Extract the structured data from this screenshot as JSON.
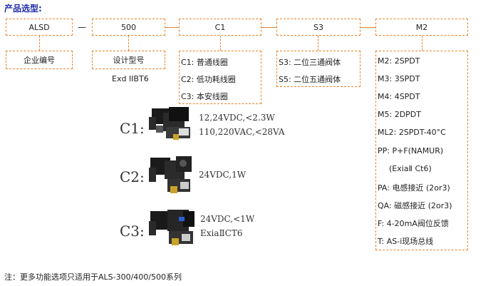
{
  "title": "产品选型:",
  "header_boxes": [
    "ALSD",
    "500",
    "C1",
    "S3",
    "M2"
  ],
  "dash": "—",
  "sub_labels": {
    "company": "企业编号",
    "design": "设计型号",
    "exd": "Exd IIBT6"
  },
  "coil_options": [
    "C1:  普通线圈",
    "C2:  低功耗线圈",
    "C3:  本安线圈"
  ],
  "valve_options": [
    "S3:  二位三通阀体",
    "S5:  二位五通阀体"
  ],
  "m_options": [
    "M2:  2SPDT",
    "M3:  3SPDT",
    "M4:  4SPDT",
    "M5:  2DPDT",
    "ML2:  2SPDT-40°C",
    "PP:  P+F(NAMUR)",
    "(ExiaⅡ Ct6)",
    "PA:  电感接近 (2or3)",
    "QA:  磁感接近 (2or3)",
    "F:  4-20mA阀位反馈",
    "T:  AS-i现场总线"
  ],
  "coil_specs": [
    {
      "label": "C1:",
      "lines": [
        "12,24VDC,<2.3W",
        "110,220VAC,<28VA"
      ]
    },
    {
      "label": "C2:",
      "lines": [
        "24VDC,1W"
      ]
    },
    {
      "label": "C3:",
      "lines": [
        "24VDC,<1W",
        "ExiaⅡCT6"
      ]
    }
  ],
  "note": "注：更多功能选项只适用于ALS-300/400/500系列",
  "colors": {
    "border": "#e8842c",
    "title": "#1f2ea8"
  }
}
